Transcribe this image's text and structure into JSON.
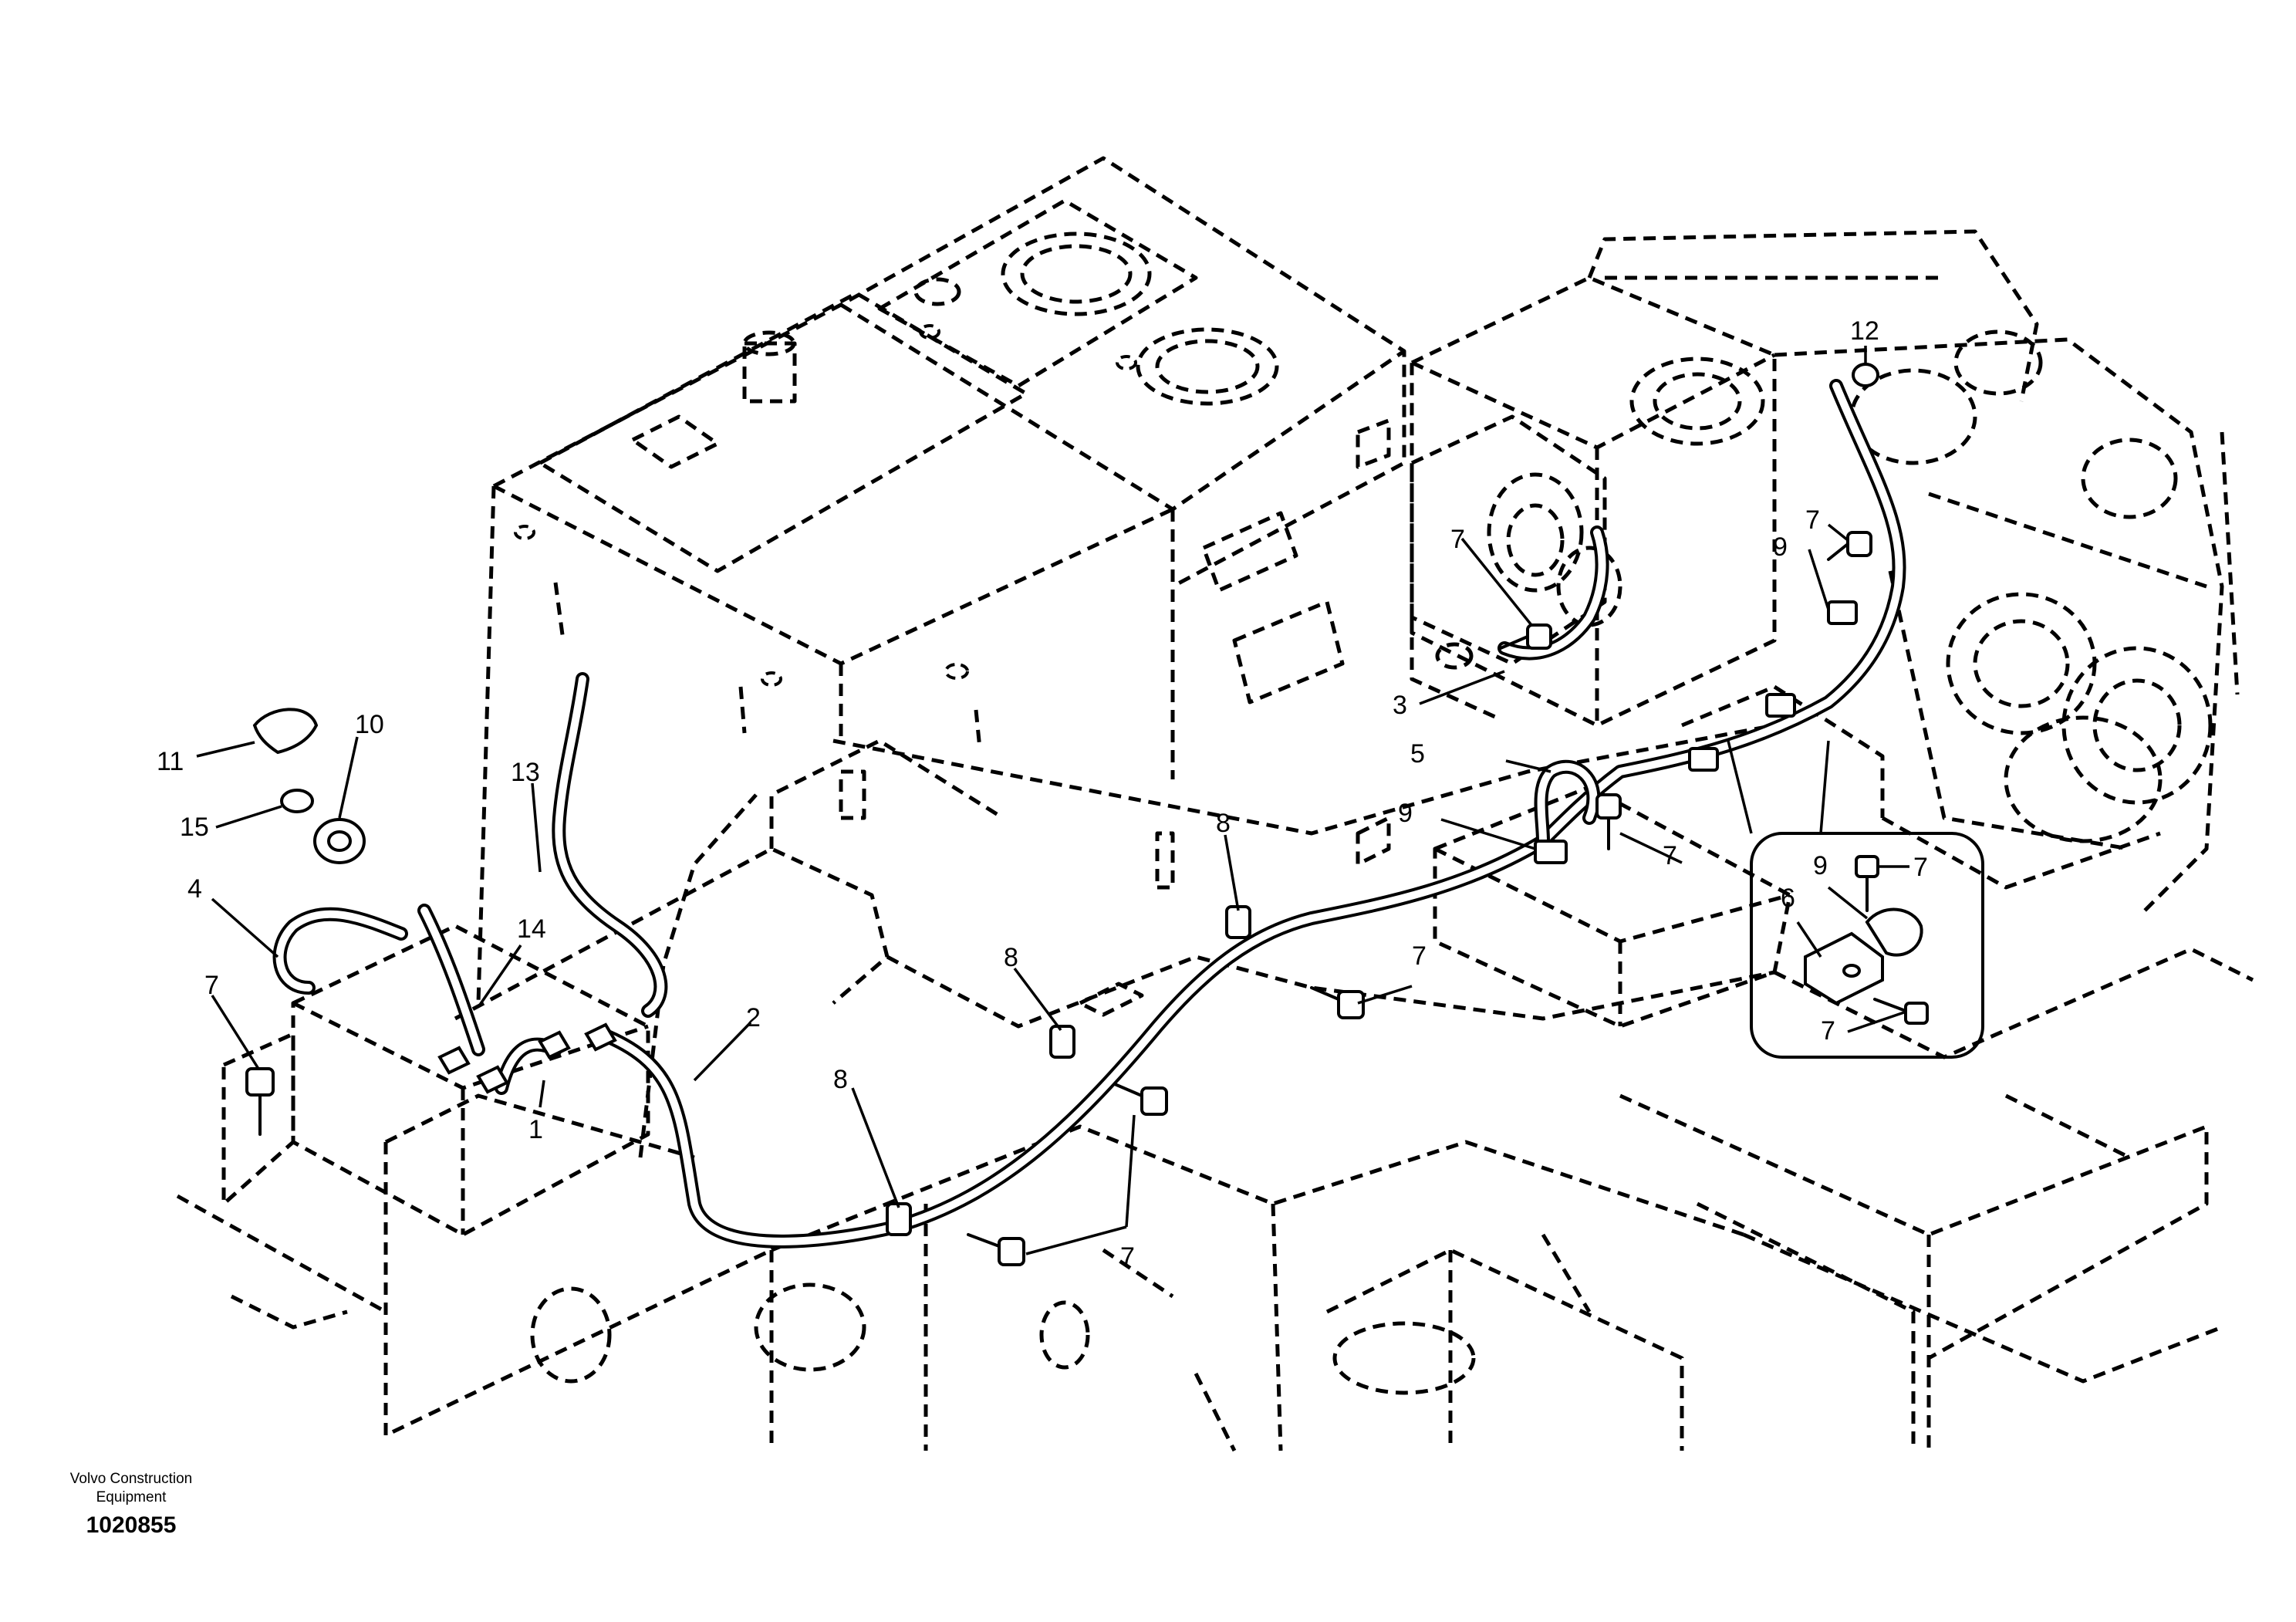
{
  "callouts": {
    "c1": "1",
    "c2": "2",
    "c3": "3",
    "c4": "4",
    "c5": "5",
    "c6": "6",
    "c7": "7",
    "c8": "8",
    "c9": "9",
    "c10": "10",
    "c11": "11",
    "c12": "12",
    "c13": "13",
    "c14": "14",
    "c15": "15"
  },
  "caption": {
    "company_line1": "Volvo Construction",
    "company_line2": "Equipment",
    "drawing_number": "1020855"
  }
}
